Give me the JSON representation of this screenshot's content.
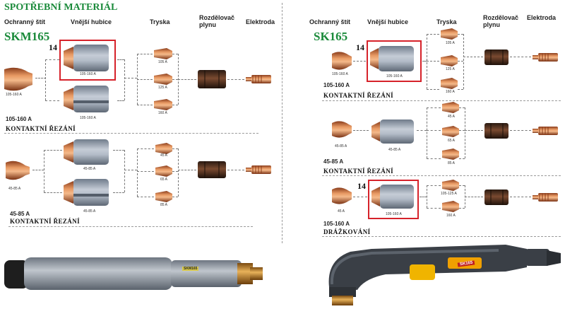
{
  "page_title": "SPOTŘEBNÍ MATERIÁL",
  "columns": {
    "shield": "Ochranný štít",
    "outer_cap": "Vnější hubice",
    "nozzle": "Tryska",
    "distributor": "Rozdělovač plynu",
    "electrode": "Elektroda"
  },
  "left": {
    "model": "SKM165",
    "callout": "14",
    "shield1_label": "105-160 A",
    "cap1_label": "105-160 A",
    "cap2_label": "105-160 A",
    "nozzles1": [
      "105 A",
      "125 A",
      "160 A"
    ],
    "amp1": "105-160 A",
    "section1": "KONTAKTNÍ ŘEZÁNÍ",
    "shield2_label": "45-85 A",
    "cap3_label": "45-85 A",
    "cap4_label": "45-85 A",
    "nozzles2": [
      "45 A",
      "65 A",
      "85 A"
    ],
    "amp2": "45-85 A",
    "section2": "KONTAKTNÍ ŘEZÁNÍ",
    "torch_text": "SKM165"
  },
  "right": {
    "model": "SK165",
    "callout1": "14",
    "callout2": "14",
    "shield1_label": "105-160 A",
    "cap1_label": "105-160 A",
    "nozzles1": [
      "105 A",
      "125 A",
      "160 A"
    ],
    "amp1": "105-160 A",
    "section1": "KONTAKTNÍ ŘEZÁNÍ",
    "shield2_label": "45-85 A",
    "cap2_label": "45-85 A",
    "nozzles2": [
      "45 A",
      "65 A",
      "85 A"
    ],
    "amp2": "45-85 A",
    "section2": "KONTAKTNÍ ŘEZÁNÍ",
    "shield3_label": "45 A",
    "cap3_label": "105-160 A",
    "nozzles3": [
      "105-125 A",
      "160 A"
    ],
    "amp3": "105-160 A",
    "section3": "DRÁŽKOVÁNÍ",
    "torch_text": "SK165"
  },
  "colors": {
    "brand_green": "#1a8a3a",
    "highlight_red": "#d6222a",
    "copper": "#c9703f",
    "cap_grey": "#9aa5b3"
  }
}
